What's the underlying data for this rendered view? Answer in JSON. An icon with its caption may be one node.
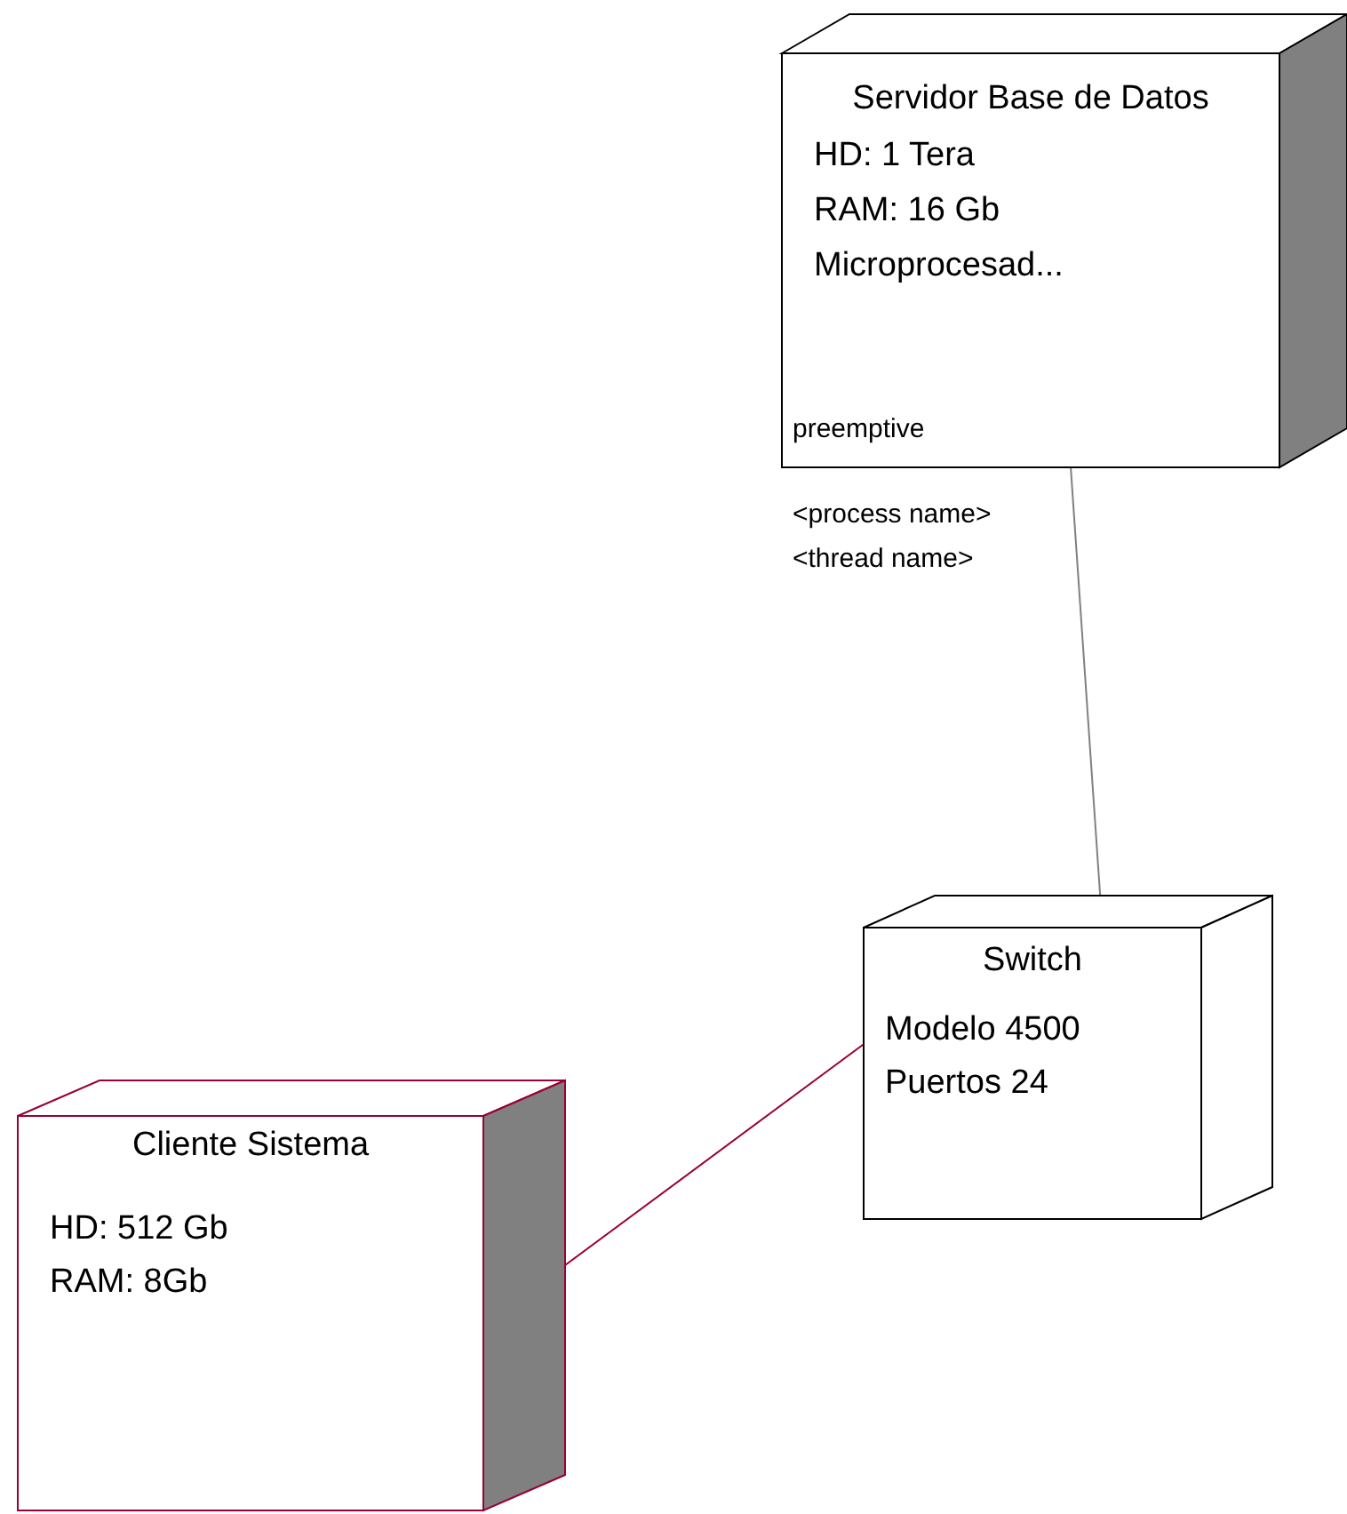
{
  "diagram": {
    "nodes": [
      {
        "text": [
          "Servidor Base de Datos",
          "HD: 1 Tera",
          "RAM: 16 Gb",
          "Microprocesad...",
          "preemptive"
        ],
        "beside": [
          "<process name>",
          "<thread name>"
        ]
      },
      {
        "text": [
          "Switch",
          "Modelo 4500",
          "Puertos 24"
        ]
      },
      {
        "text": [
          "Cliente Sistema",
          "HD: 512  Gb",
          "RAM: 8Gb"
        ]
      }
    ],
    "edges": [
      {
        "from": 0,
        "to": 1,
        "arrow": "none"
      },
      {
        "from": 1,
        "to": 2,
        "arrow": "none",
        "color": "#990033"
      }
    ]
  }
}
